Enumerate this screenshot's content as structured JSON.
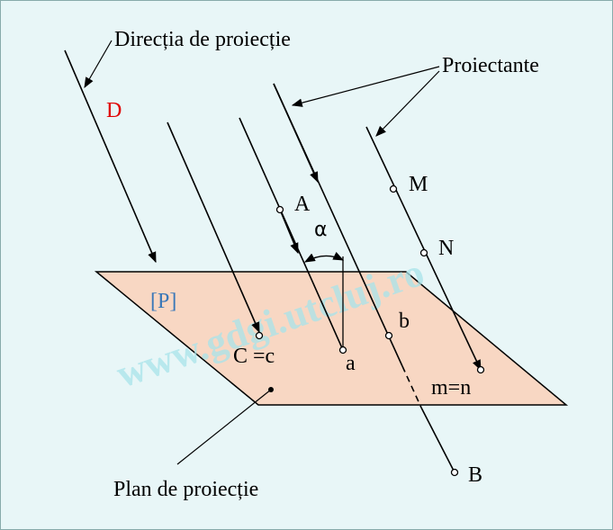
{
  "labels": {
    "direction": "Direcția de proiecție",
    "projectors": "Proiectante",
    "plane_name": "Plan de proiecție",
    "D": "D",
    "P": "[P]",
    "alpha": "α",
    "A": "A",
    "a": "a",
    "B": "B",
    "b": "b",
    "M": "M",
    "N": "N",
    "mn": "m=n",
    "Cc": "C =c"
  },
  "watermark": "www.gdgi.utcluj.ro",
  "colors": {
    "plane_fill": "#f8d7c3",
    "D_label": "#e00000",
    "P_label": "#3a78b8",
    "watermark": "#a8e4ea",
    "background": "#e8f6f7"
  }
}
